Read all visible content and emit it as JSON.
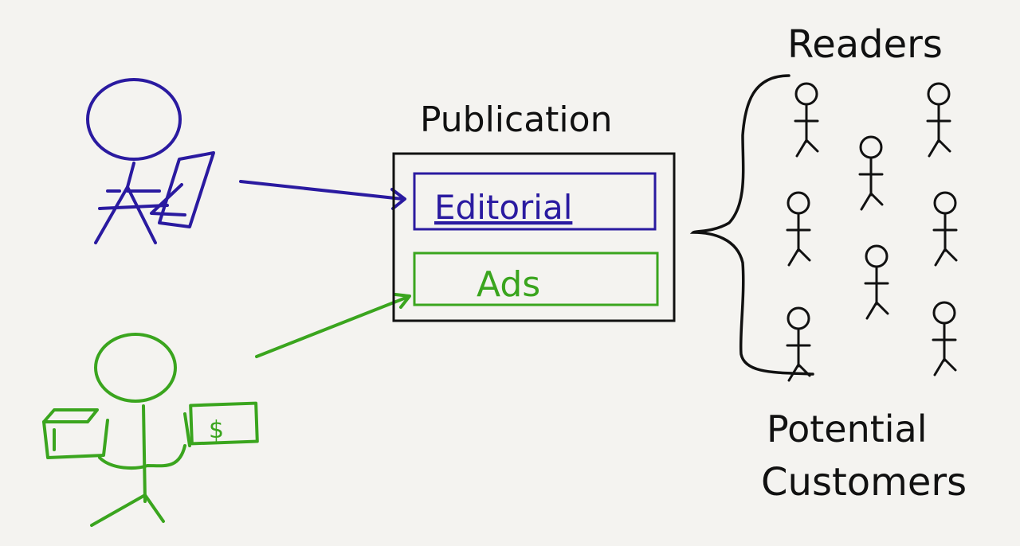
{
  "labels": {
    "publication": "Publication",
    "editorial": "Editorial",
    "ads": "Ads",
    "readers": "Readers",
    "potential_line1": "Potential",
    "potential_line2": "Customers",
    "dollar": "$"
  },
  "colors": {
    "background": "#f4f3f0",
    "ink": "#111111",
    "writer": "#2a1aa0",
    "advertiser": "#3aa51e"
  },
  "icons": [
    "writer-figure",
    "advertiser-figure",
    "reader-figure"
  ]
}
